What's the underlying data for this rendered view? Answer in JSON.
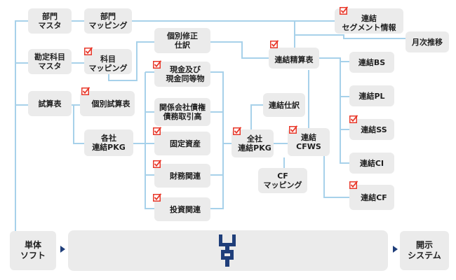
{
  "colors": {
    "line": "#a7d1ea",
    "box": "#ebebeb",
    "check": "#e8392b",
    "logo": "#1f3e7a",
    "text": "#1f1f1f"
  },
  "nodes": {
    "bumon_master": "部門\nマスタ",
    "bumon_mapping": "部門\nマッピング",
    "kanjo_master": "勘定科目\nマスタ",
    "kamoku_mapping": "科目\nマッピング",
    "shisanhyo": "試算表",
    "kobetsu_shisanhyo": "個別試算表",
    "kakusha_pkg": "各社\n連結PKG",
    "kobetsu_shusei": "個別修正\n仕訳",
    "genkin": "現金及び\n現金同等物",
    "kankei": "関係会社債権\n債務取引高",
    "kotei": "固定資産",
    "zaimu": "財務関連",
    "toushi": "投資関連",
    "renketsu_seisan": "連結精算表",
    "renketsu_shiwake": "連結仕訳",
    "zensha_pkg": "全社\n連結PKG",
    "renketsu_cfws": "連結\nCFWS",
    "cf_mapping": "CF\nマッピング",
    "segment": "連結\nセグメント情報",
    "getsuji": "月次推移",
    "bs": "連結BS",
    "pl": "連結PL",
    "ss": "連結SS",
    "ci": "連結CI",
    "cf": "連結CF",
    "tantai_soft": "単体\nソフト",
    "kaiji_system": "開示\nシステム"
  },
  "icons": {
    "check": "check-icon",
    "logo": "platform-logo-icon"
  }
}
